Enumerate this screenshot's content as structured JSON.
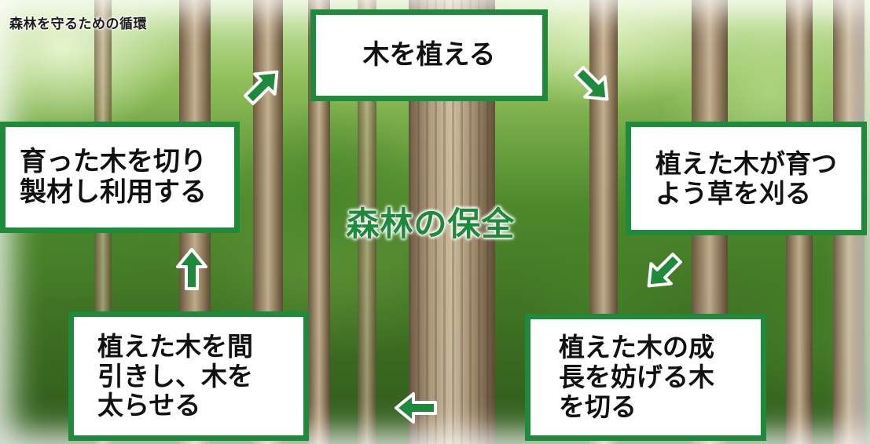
{
  "page": {
    "title": "森林を守るための循環"
  },
  "center": {
    "label": "森林の保全"
  },
  "steps": [
    {
      "text": "木を植える"
    },
    {
      "text": "植えた木が育つ\nよう草を刈る"
    },
    {
      "text": "植えた木の成\n長を妨げる木\nを切る"
    },
    {
      "text": "植えた木を間\n引きし、木を\n太らせる"
    },
    {
      "text": "育った木を切り\n製材し利用する"
    }
  ],
  "arrows": [
    {
      "direction": "up-right",
      "icon": "arrow-up-right-icon"
    },
    {
      "direction": "down-right",
      "icon": "arrow-down-right-icon"
    },
    {
      "direction": "down-left",
      "icon": "arrow-down-left-icon"
    },
    {
      "direction": "left",
      "icon": "arrow-left-icon"
    },
    {
      "direction": "up",
      "icon": "arrow-up-icon"
    }
  ],
  "colors": {
    "accent_green": "#1e8a3c",
    "box_fill": "#ffffff",
    "arrow_outline": "#ffffff"
  }
}
